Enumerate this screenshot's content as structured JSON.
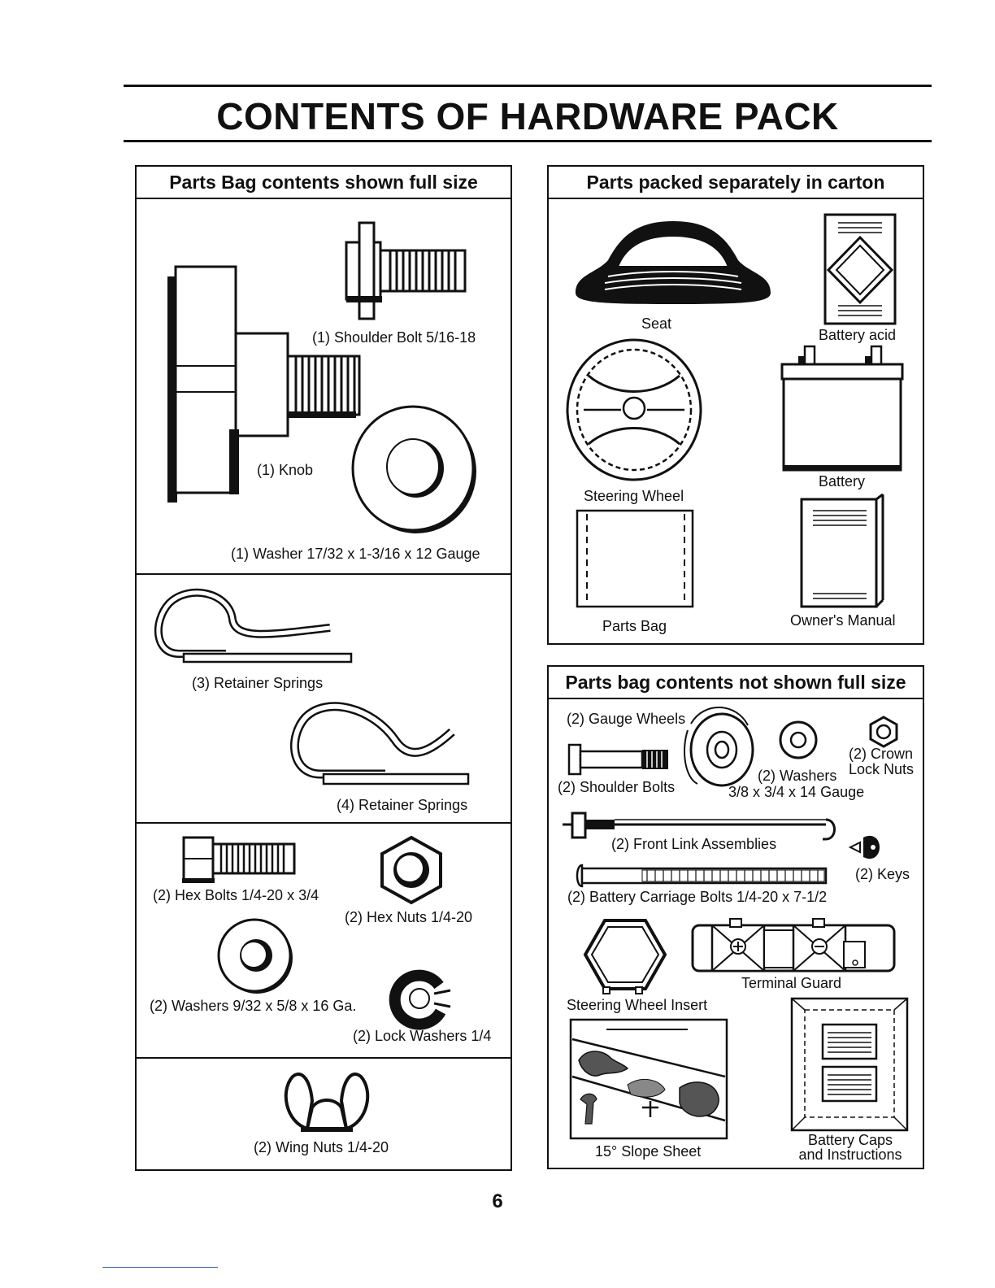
{
  "page": {
    "title": "CONTENTS OF HARDWARE PACK",
    "page_number": "6"
  },
  "left_panel": {
    "header": "Parts Bag contents shown full size",
    "items": {
      "shoulder_bolt": "(1) Shoulder Bolt 5/16-18",
      "knob": "(1) Knob",
      "washer": "(1) Washer 17/32 x 1-3/16 x 12 Gauge",
      "retainer_springs_3": "(3) Retainer Springs",
      "retainer_springs_4": "(4) Retainer Springs",
      "hex_bolts": "(2) Hex Bolts 1/4-20 x 3/4",
      "hex_nuts": "(2) Hex Nuts 1/4-20",
      "washers_small": "(2) Washers 9/32 x 5/8 x 16 Ga.",
      "lock_washers": "(2) Lock Washers 1/4",
      "wing_nuts": "(2) Wing Nuts 1/4-20"
    }
  },
  "carton_panel": {
    "header": "Parts packed separately in carton",
    "items": {
      "seat": "Seat",
      "battery_acid": "Battery acid",
      "steering_wheel": "Steering Wheel",
      "battery": "Battery",
      "parts_bag": "Parts Bag",
      "owners_manual": "Owner's Manual"
    }
  },
  "bag_panel": {
    "header": "Parts bag contents not shown full size",
    "items": {
      "gauge_wheels": "(2) Gauge Wheels",
      "crown_lock_nuts_1": "(2) Crown",
      "crown_lock_nuts_2": "Lock Nuts",
      "washers_label": "(2) Washers",
      "washers_size": "3/8 x 3/4 x 14 Gauge",
      "shoulder_bolts": "(2) Shoulder Bolts",
      "front_link": "(2) Front Link Assemblies",
      "keys": "(2) Keys",
      "carriage_bolts": "(2) Battery Carriage Bolts 1/4-20 x 7-1/2",
      "terminal_guard": "Terminal Guard",
      "steering_insert": "Steering Wheel Insert",
      "slope_sheet": "15° Slope Sheet",
      "battery_caps_1": "Battery Caps",
      "battery_caps_2": "and Instructions"
    }
  }
}
